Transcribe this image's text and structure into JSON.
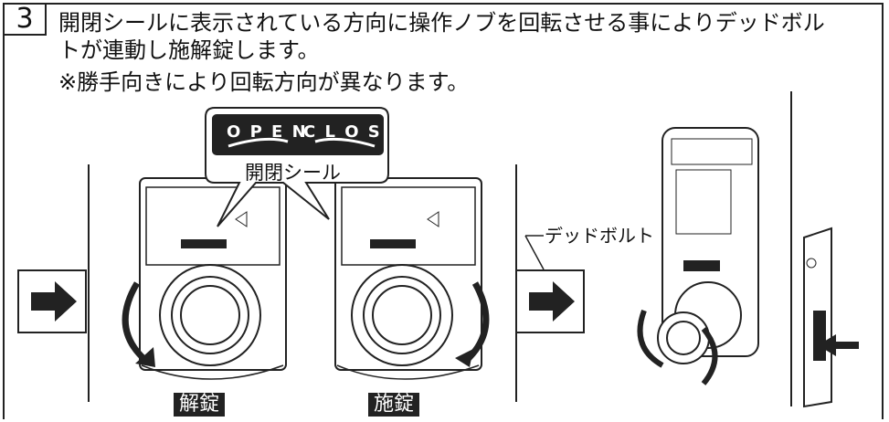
{
  "step": {
    "number": "3"
  },
  "instructions": {
    "line1": "開閉シールに表示されている方向に操作ノブを回転させる事によりデッドボル",
    "line2": "トが連動し施解錠します。",
    "line3": "※勝手向きにより回転方向が異なります。"
  },
  "seal": {
    "open_text": "O P E N",
    "close_text": "C L O S E",
    "caption": "開閉シール"
  },
  "callouts": {
    "deadbolt": "デッドボルト"
  },
  "tags": {
    "unlock": "解錠",
    "lock": "施錠"
  },
  "colors": {
    "ink": "#222222",
    "tag_bg": "#222222"
  }
}
